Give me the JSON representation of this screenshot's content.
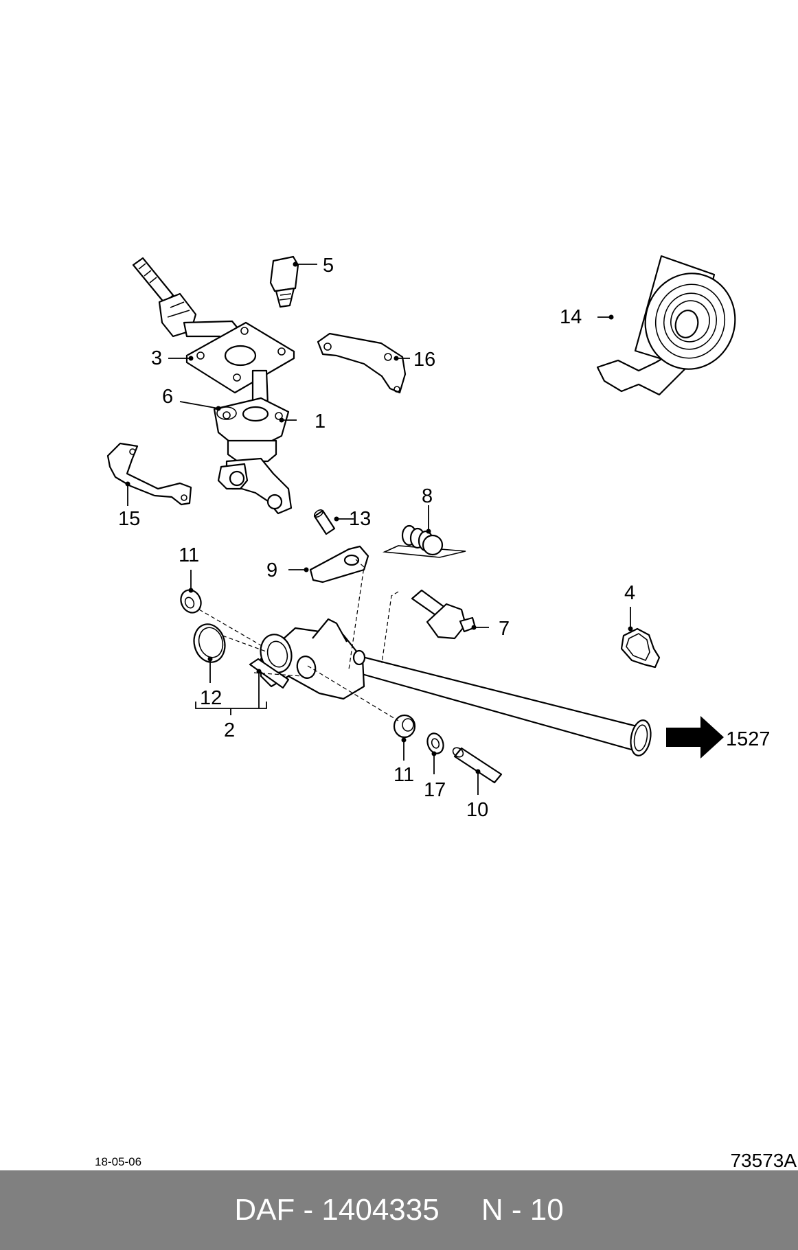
{
  "labels": {
    "l1": "1",
    "l2": "2",
    "l3": "3",
    "l4": "4",
    "l5": "5",
    "l6": "6",
    "l7": "7",
    "l8": "8",
    "l9": "9",
    "l10": "10",
    "l11a": "11",
    "l11b": "11",
    "l12": "12",
    "l13": "13",
    "l14": "14",
    "l15": "15",
    "l16": "16",
    "l17": "17"
  },
  "ref_arrow": {
    "label": "1527"
  },
  "date": "18-05-06",
  "doc_number": "73573A",
  "footer": {
    "brand": "DAF",
    "part_number": "1404335",
    "page": "N - 10"
  }
}
